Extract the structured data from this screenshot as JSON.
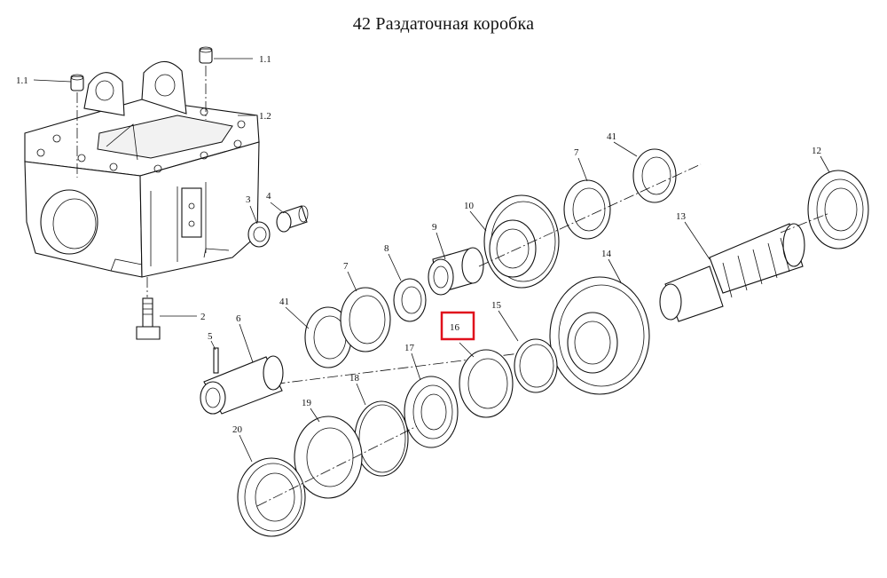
{
  "title": "42 Раздаточная коробка",
  "highlight_color": "#e0101c",
  "labels": {
    "p1_1a": "1.1",
    "p1_1b": "1.1",
    "p1_2": "1.2",
    "p2": "2",
    "p3": "3",
    "p4": "4",
    "p5": "5",
    "p6": "6",
    "p7a": "7",
    "p7b": "7",
    "p8": "8",
    "p9": "9",
    "p10": "10",
    "p12": "12",
    "p13": "13",
    "p14": "14",
    "p15": "15",
    "p16": "16",
    "p17": "17",
    "p18": "18",
    "p19": "19",
    "p20": "20",
    "p41a": "41",
    "p41b": "41"
  }
}
